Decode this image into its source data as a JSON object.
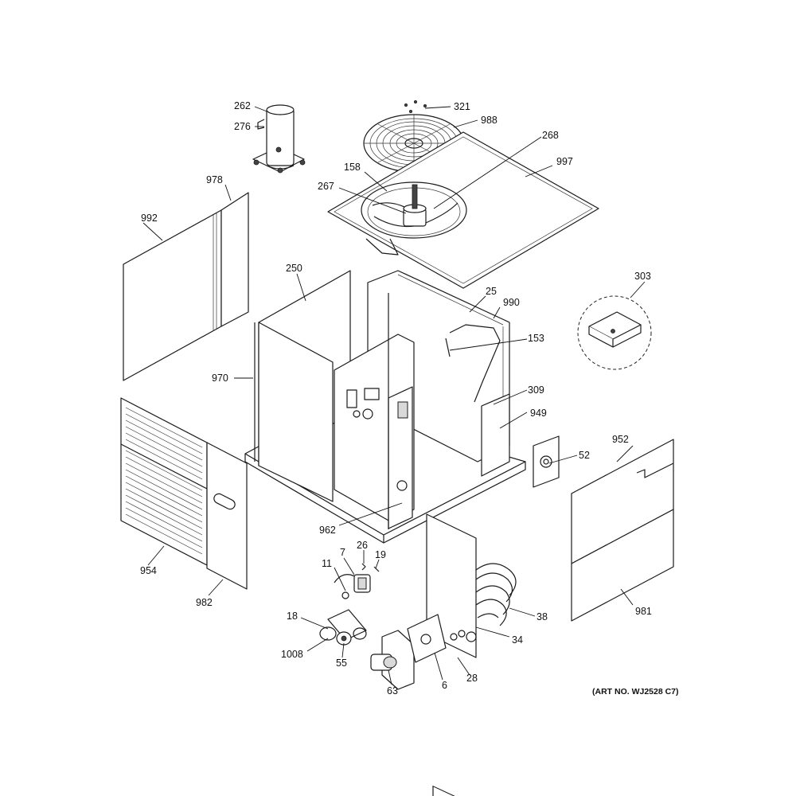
{
  "diagram": {
    "art_number": "(ART NO. WJ2528 C7)",
    "callouts": [
      {
        "id": "c262",
        "label": "262"
      },
      {
        "id": "c276",
        "label": "276"
      },
      {
        "id": "c321",
        "label": "321"
      },
      {
        "id": "c988",
        "label": "988"
      },
      {
        "id": "c268",
        "label": "268"
      },
      {
        "id": "c997",
        "label": "997"
      },
      {
        "id": "c158",
        "label": "158"
      },
      {
        "id": "c267",
        "label": "267"
      },
      {
        "id": "c978",
        "label": "978"
      },
      {
        "id": "c992",
        "label": "992"
      },
      {
        "id": "c250",
        "label": "250"
      },
      {
        "id": "c25",
        "label": "25"
      },
      {
        "id": "c990",
        "label": "990"
      },
      {
        "id": "c303",
        "label": "303"
      },
      {
        "id": "c153",
        "label": "153"
      },
      {
        "id": "c970",
        "label": "970"
      },
      {
        "id": "c309",
        "label": "309"
      },
      {
        "id": "c949",
        "label": "949"
      },
      {
        "id": "c952",
        "label": "952"
      },
      {
        "id": "c52",
        "label": "52"
      },
      {
        "id": "c962",
        "label": "962"
      },
      {
        "id": "c954",
        "label": "954"
      },
      {
        "id": "c982",
        "label": "982"
      },
      {
        "id": "c7",
        "label": "7"
      },
      {
        "id": "c26",
        "label": "26"
      },
      {
        "id": "c19",
        "label": "19"
      },
      {
        "id": "c11",
        "label": "11"
      },
      {
        "id": "c38",
        "label": "38"
      },
      {
        "id": "c981",
        "label": "981"
      },
      {
        "id": "c18",
        "label": "18"
      },
      {
        "id": "c34",
        "label": "34"
      },
      {
        "id": "c1008",
        "label": "1008"
      },
      {
        "id": "c55",
        "label": "55"
      },
      {
        "id": "c28",
        "label": "28"
      },
      {
        "id": "c6",
        "label": "6"
      },
      {
        "id": "c63",
        "label": "63"
      }
    ]
  }
}
